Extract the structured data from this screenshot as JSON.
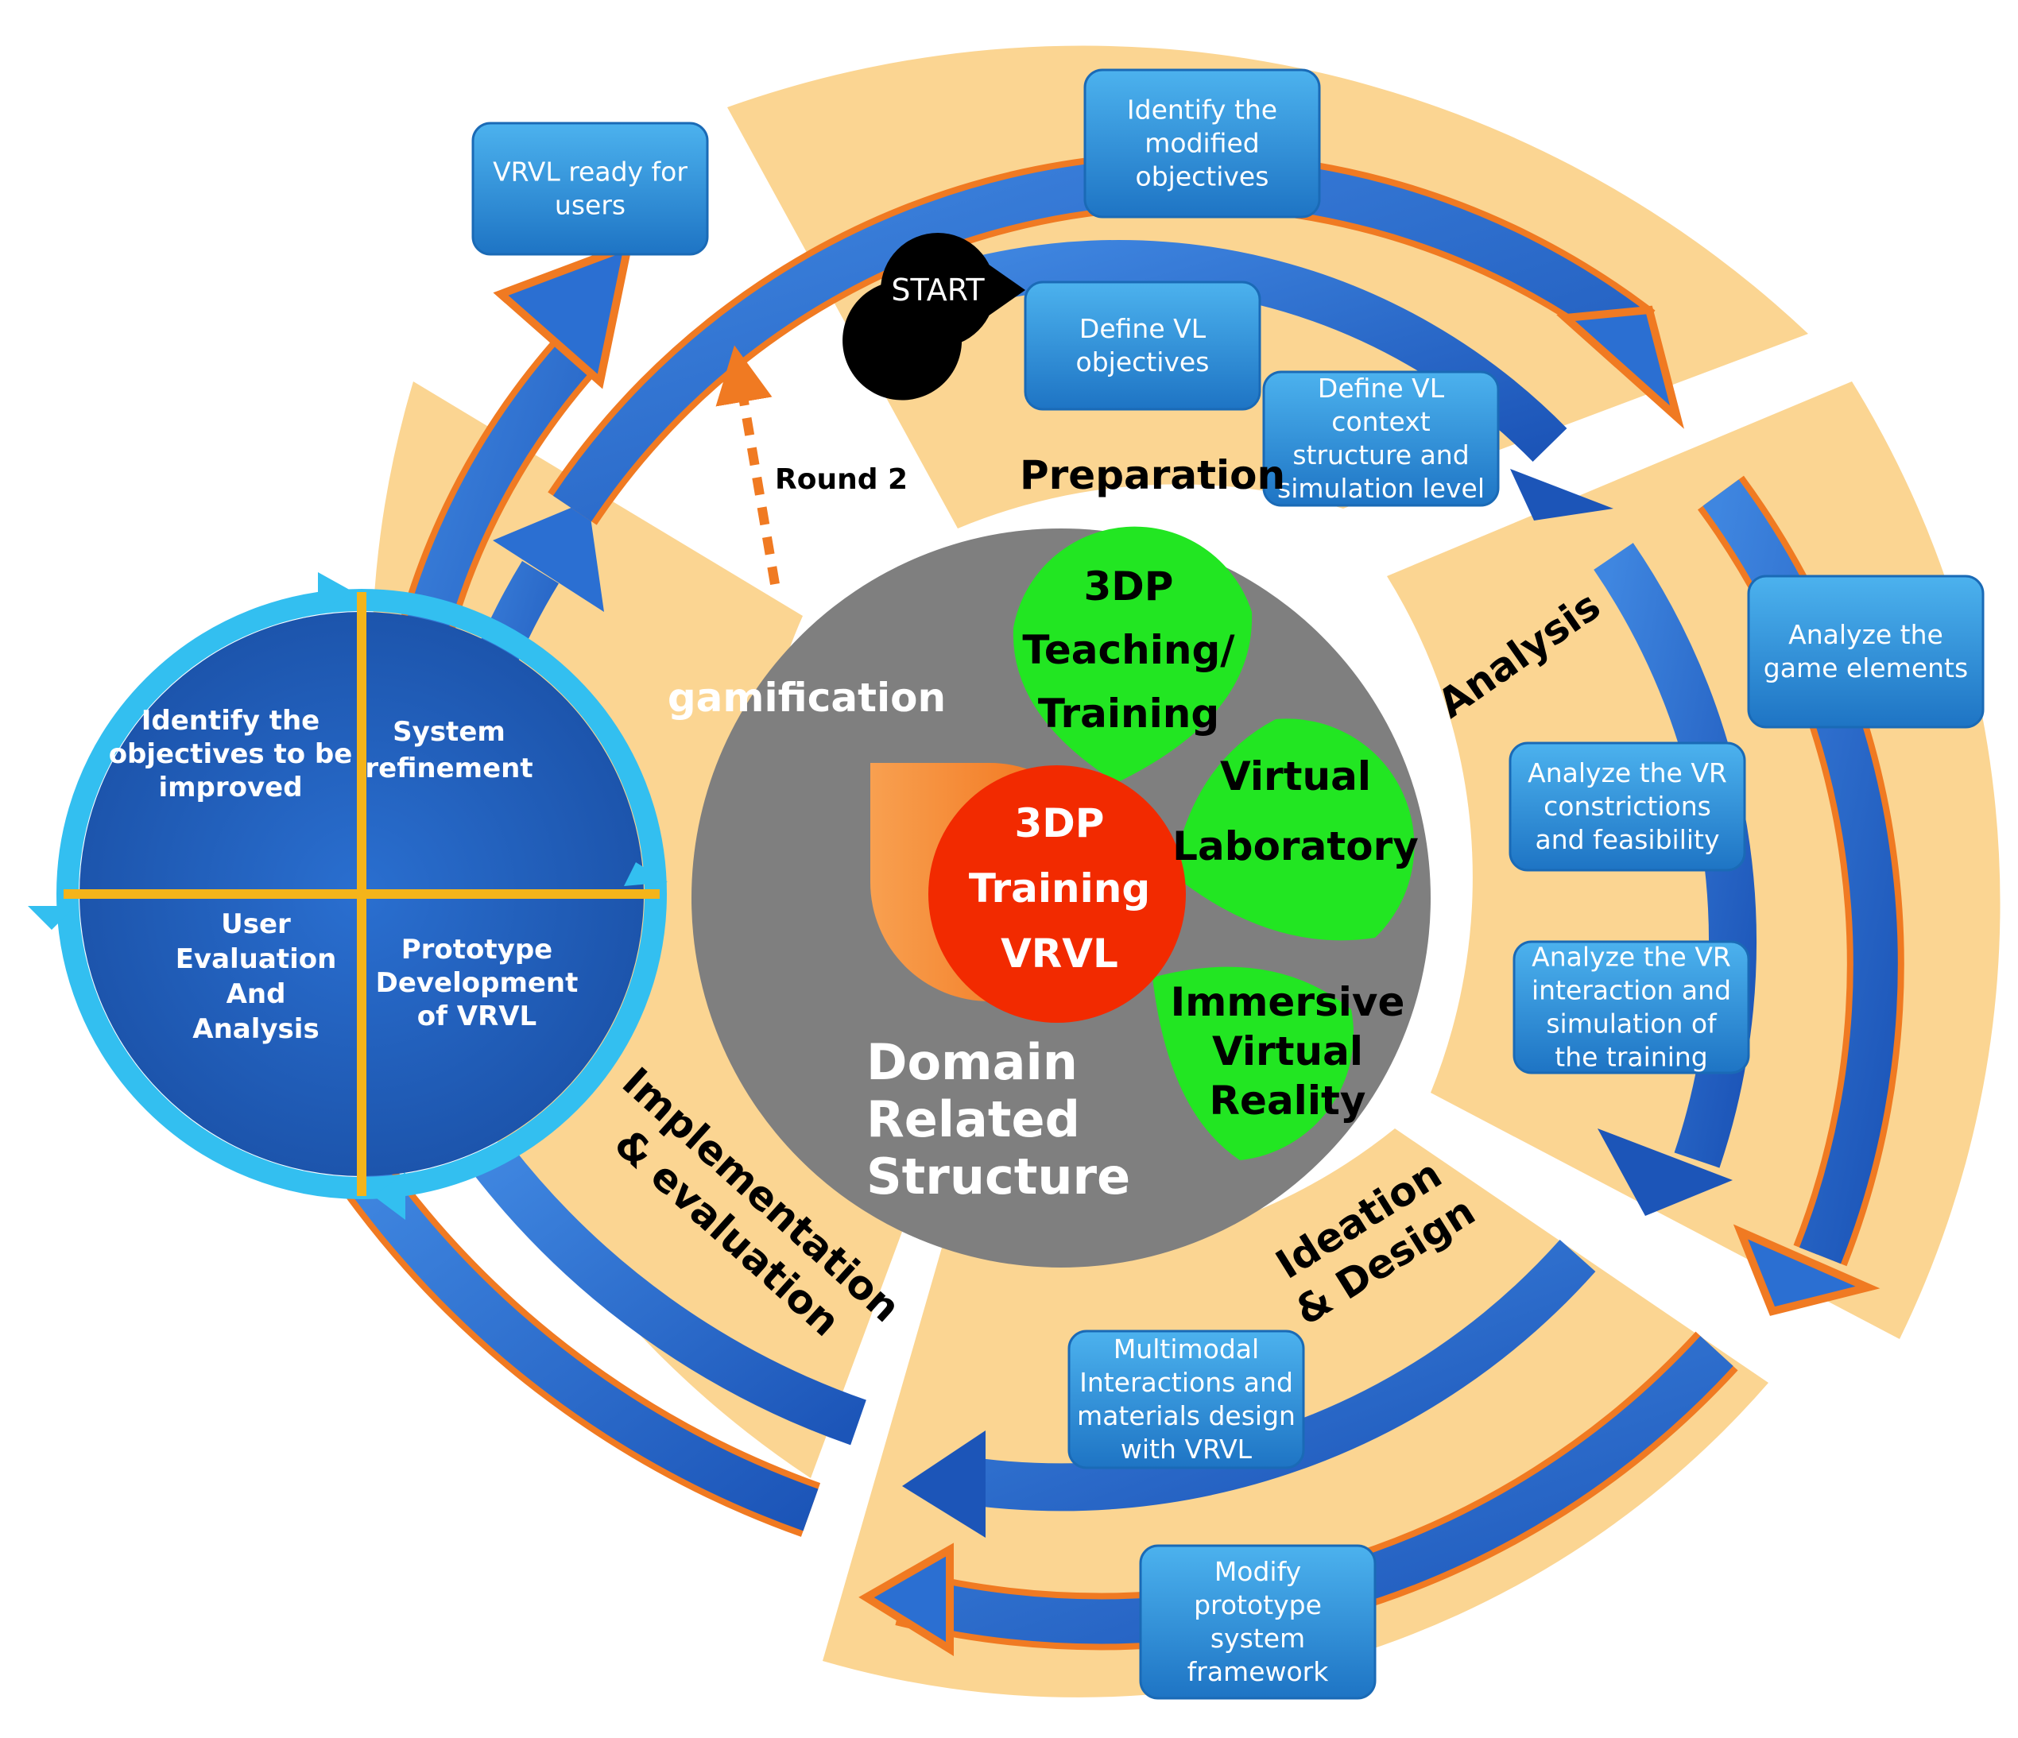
{
  "start": "START",
  "round2": "Round 2",
  "stages": {
    "preparation": "Preparation",
    "analysis": "Analysis",
    "ideation": [
      "Ideation",
      "& Design"
    ],
    "implementation": [
      "Implementation",
      "& evaluation"
    ]
  },
  "boxes": {
    "vrvl_ready": [
      "VRVL ready for",
      "users"
    ],
    "identify_modified": [
      "Identify the",
      "modified",
      "objectives"
    ],
    "define_vl_objectives": [
      "Define VL",
      "objectives"
    ],
    "define_vl_context": [
      "Define VL",
      "context",
      "structure and",
      "simulation level"
    ],
    "analyze_game": [
      "Analyze the",
      "game elements"
    ],
    "analyze_vr_constrictions": [
      "Analyze the VR",
      "constrictions",
      "and feasibility"
    ],
    "analyze_vr_interaction": [
      "Analyze the VR",
      "interaction and",
      "simulation of",
      "the training"
    ],
    "multimodal": [
      "Multimodal",
      "Interactions and",
      "materials design",
      "with  VRVL"
    ],
    "modify_prototype": [
      "Modify",
      "prototype",
      "system",
      "framework"
    ]
  },
  "cycle": {
    "identify_improved": [
      "Identify the",
      "objectives to be",
      "improved"
    ],
    "system_refinement": [
      "System",
      "refinement"
    ],
    "user_evaluation": [
      "User",
      "Evaluation",
      "And",
      "Analysis"
    ],
    "prototype_dev": [
      "Prototype",
      "Development",
      "of VRVL"
    ]
  },
  "center": {
    "gamification": "gamification",
    "domain": [
      "Domain",
      "Related",
      "Structure"
    ],
    "teaching": [
      "3DP",
      "Teaching/",
      "Training"
    ],
    "virtual_lab": [
      "Virtual",
      "Laboratory"
    ],
    "immersive": [
      "Immersive",
      "Virtual",
      "Reality"
    ],
    "core": [
      "3DP",
      "Training",
      "VRVL"
    ]
  },
  "colors": {
    "sector_fill": "#fbd592",
    "arrow_blue": "#2b6fd2",
    "arrow_orange": "#f07a22",
    "box_blue": "#2f8fd6",
    "domain_gray": "#7f7f7f",
    "petal_green": "#22e622",
    "core_red": "#f22a00",
    "gamification_orange": "#f47a1c",
    "cycle_ring": "#33bff0",
    "cycle_fill": "#1f5bbd",
    "cycle_divider": "#f4b41a"
  }
}
